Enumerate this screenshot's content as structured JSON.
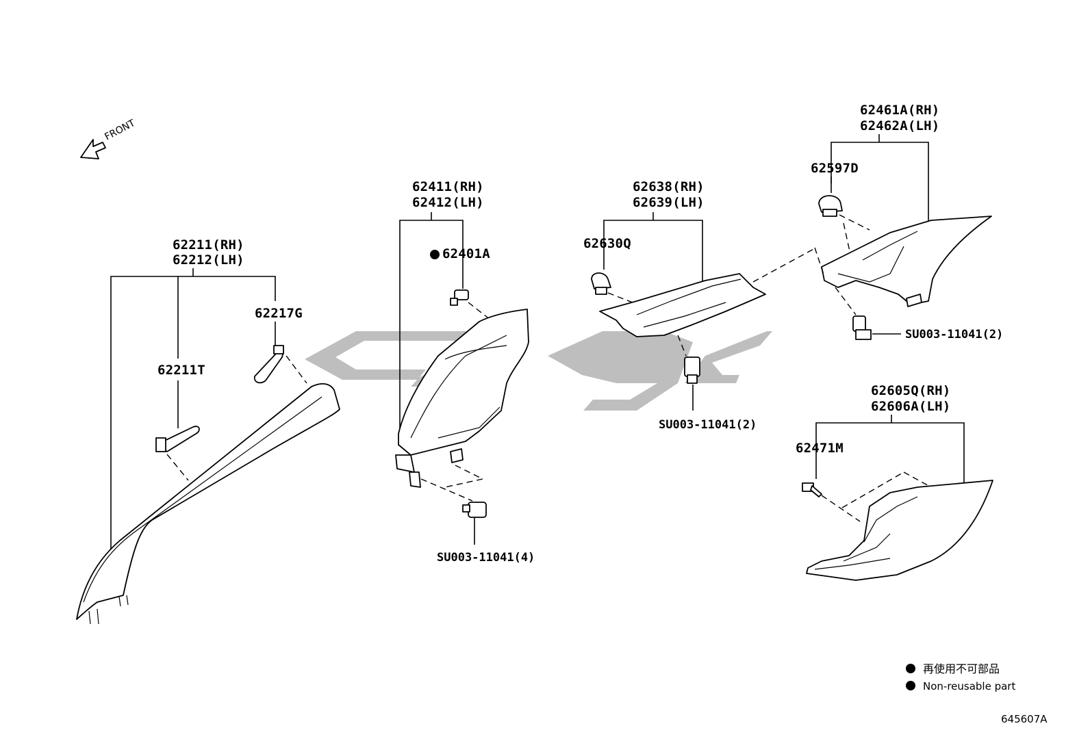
{
  "front_arrow_label": "FRONT",
  "parts": {
    "p62211": {
      "rh": "62211(RH)",
      "lh": "62212(LH)"
    },
    "p62217g": "62217G",
    "p62211t": "62211T",
    "p62411": {
      "rh": "62411(RH)",
      "lh": "62412(LH)"
    },
    "p62401a": "62401A",
    "p62638": {
      "rh": "62638(RH)",
      "lh": "62639(LH)"
    },
    "p62630q": "62630Q",
    "p62461a": {
      "rh": "62461A(RH)",
      "lh": "62462A(LH)"
    },
    "p62597d": "62597D",
    "p62605q": {
      "rh": "62605Q(RH)",
      "lh": "62606A(LH)"
    },
    "p62471m": "62471M",
    "su_clip_4": "SU003-11041(4)",
    "su_clip_2a": "SU003-11041(2)",
    "su_clip_2b": "SU003-11041(2)"
  },
  "legend": {
    "line_ja": "再使用不可部品",
    "line_en": "Non-reusable part"
  },
  "diagram_code": "645607A"
}
